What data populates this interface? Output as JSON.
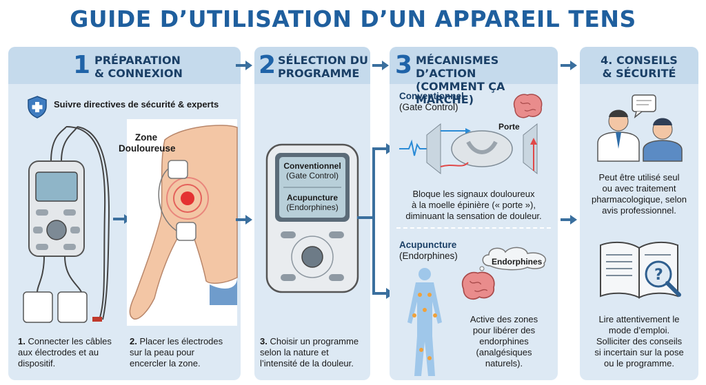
{
  "title": "GUIDE D’UTILISATION D’UN APPAREIL TENS",
  "panels": [
    {
      "num": "1",
      "heading_l1": "PRÉPARATION",
      "heading_l2": "& CONNEXION"
    },
    {
      "num": "2",
      "heading_l1": "SÉLECTION DU",
      "heading_l2": "PROGRAMME"
    },
    {
      "num": "3",
      "heading_l1": "MÉCANISMES D’ACTION",
      "heading_l2": "(COMMENT ÇA MARCHE)"
    },
    {
      "num": "4.",
      "heading_l1": "CONSEILS",
      "heading_l2": "& SÉCURITÉ"
    }
  ],
  "step1": {
    "safety": "Suivre directives de sécurité & experts",
    "zone_l1": "Zone",
    "zone_l2": "Douloureuse",
    "caption_a_num": "1.",
    "caption_a": [
      "Connecter les câbles",
      "aux électrodes et au",
      "dispositif."
    ],
    "caption_b_num": "2.",
    "caption_b": [
      "Placer les électrodes",
      "sur la peau pour",
      "encercler la zone."
    ]
  },
  "step2": {
    "screen_prog1": "Conventionnel",
    "screen_prog1_sub": "(Gate Control)",
    "screen_prog2": "Acupuncture",
    "screen_prog2_sub": "(Endorphines)",
    "caption_num": "3.",
    "caption": [
      "Choisir un programme",
      "selon la nature et",
      "l’intensité de la douleur."
    ]
  },
  "step3": {
    "conv_title": "Conventionnel",
    "conv_sub": "(Gate Control)",
    "porte": "Porte",
    "conv_text": [
      "Bloque les signaux douloureux",
      "à la moelle épinière (« porte »),",
      "diminuant la sensation de douleur."
    ],
    "acu_title": "Acupuncture",
    "acu_sub": "(Endorphines)",
    "endorphines": "Endorphines",
    "acu_text": [
      "Active des zones",
      "pour libérer des",
      "endorphines",
      "(analgésiques",
      "naturels)."
    ]
  },
  "step4": {
    "text_a": [
      "Peut être utilisé seul",
      "ou avec traitement",
      "pharmacologique, selon",
      "avis professionnel."
    ],
    "text_b": [
      "Lire attentivement le",
      "mode d’emploi.",
      "Solliciter des conseils",
      "si incertain sur la pose",
      "ou le programme."
    ]
  },
  "colors": {
    "title": "#1f5f9e",
    "panel": "#dde9f4",
    "header": "#c5daec",
    "accent": "#1f63a8",
    "arrow": "#3a6f9e"
  }
}
